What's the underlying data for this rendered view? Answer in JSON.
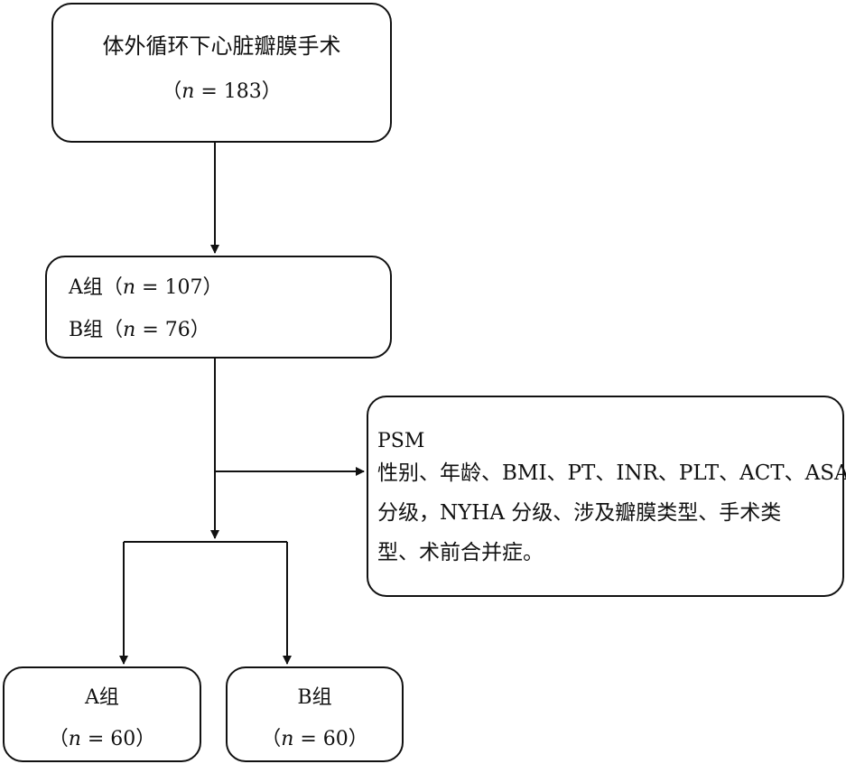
{
  "nodes": {
    "total": {
      "title": "体外循环下心脏瓣膜手术",
      "count": "（n = 183）"
    },
    "groups_before": {
      "line_a": "A组（n = 107）",
      "line_b": "B组（n = 76）"
    },
    "psm": {
      "lines": [
        "PSM",
        "性别、年龄、BMI、PT、INR、PLT、ACT、ASA",
        "分级，NYHA 分级、涉及瓣膜类型、手术类",
        "型、术前合并症。"
      ]
    },
    "group_a_after": {
      "title": "A组",
      "count": "（n = 60）"
    },
    "group_b_after": {
      "title": "B组",
      "count": "（n = 60）"
    }
  },
  "colors": {
    "stroke": "#111111",
    "background": "#ffffff"
  }
}
